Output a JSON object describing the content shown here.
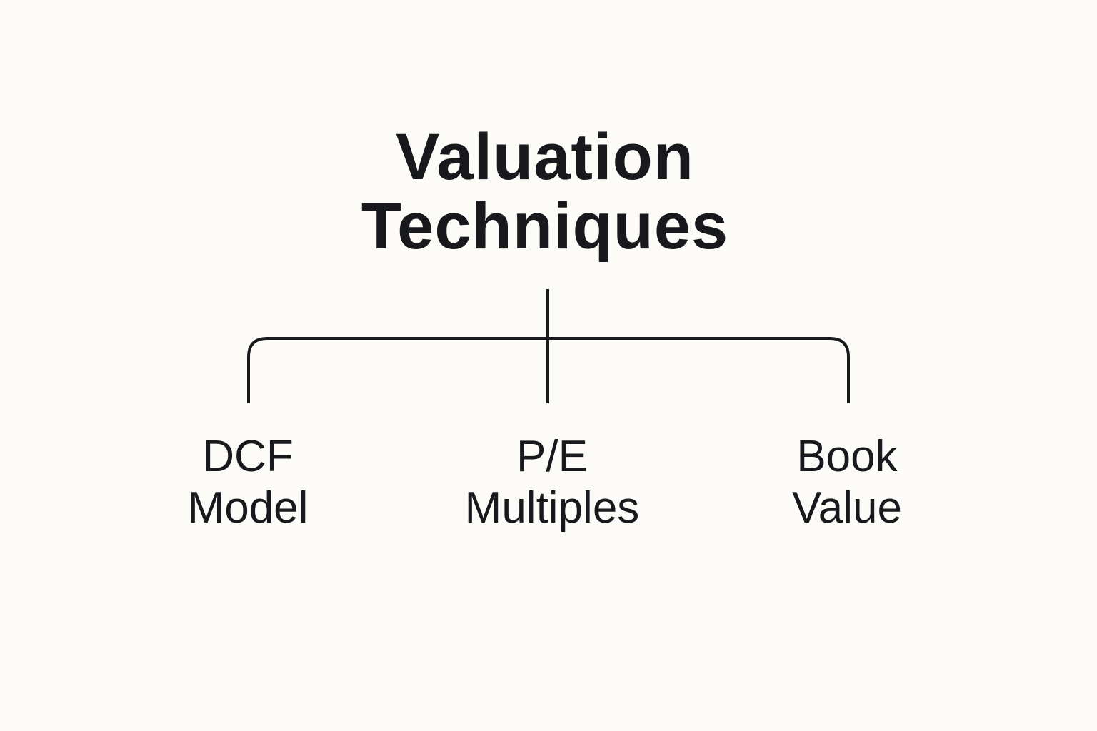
{
  "title": {
    "line1": "Valuation",
    "line2": "Techniques"
  },
  "children": [
    {
      "line1": "DCF",
      "line2": "Model"
    },
    {
      "line1": "P/E",
      "line2": "Multiples"
    },
    {
      "line1": "Book",
      "line2": "Value"
    }
  ],
  "colors": {
    "background": "#fcfbf8",
    "ink": "#17191c"
  }
}
